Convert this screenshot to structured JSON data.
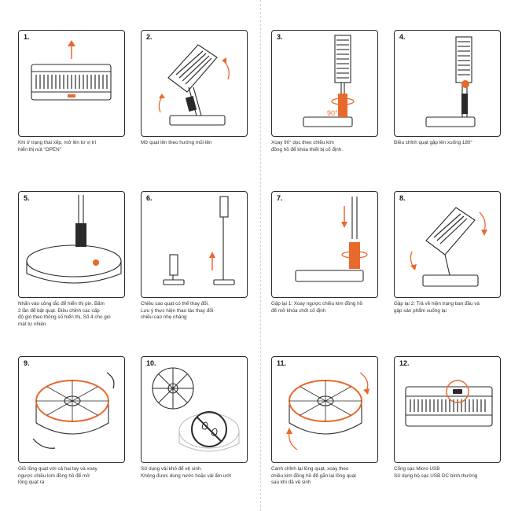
{
  "steps": [
    {
      "num": "1.",
      "lines": [
        "Khi ở trạng thái xếp, mở lên từ vị trí",
        "hiển thị nút \"OPEN\""
      ]
    },
    {
      "num": "2.",
      "lines": [
        "Mở quạt lên theo hướng mũi tên"
      ]
    },
    {
      "num": "3.",
      "lines": [
        "Xoay 90° dọc theo chiều kim",
        "đồng hồ để khóa thiết bị cố định."
      ]
    },
    {
      "num": "4.",
      "lines": [
        "Điều chỉnh quạt gập lên xuống 180°"
      ]
    },
    {
      "num": "5.",
      "lines": [
        "Nhấn vào công tắc để hiển thị pin. Bấm",
        "2 lần để bật quạt. Điều chỉnh các cấp",
        "độ gió theo thông số hiển thị, Số 4 cho gió",
        "mát tự nhiên"
      ]
    },
    {
      "num": "6.",
      "lines": [
        "Chiều cao quạt có thể thay đổi.",
        "Lưu ý thực hiện thao tác thay đổi",
        "chiều cao nhẹ nhàng"
      ]
    },
    {
      "num": "7.",
      "lines": [
        "Gập lại 1: Xoay ngược chiều kim đồng hồ",
        "để mở khóa chốt cố định"
      ]
    },
    {
      "num": "8.",
      "lines": [
        "Gập lại 2: Trả về hiện trạng ban đầu và",
        "gập sản phẩm xuống lại"
      ]
    },
    {
      "num": "9.",
      "lines": [
        "Giữ lồng quạt với cả hai tay và xoay",
        "ngược chiều kim đồng hồ để mở",
        "lồng quạt ra"
      ]
    },
    {
      "num": "10.",
      "lines": [
        "Sử dụng vải khô để vệ sinh.",
        "Không được dùng nước hoặc vải ẩm ướt"
      ]
    },
    {
      "num": "11.",
      "lines": [
        "Canh chỉnh lại lồng quạt, xoay theo",
        "chiều kim đồng hồ để gắn lại lồng quạt",
        "sau khi đã vệ sinh"
      ]
    },
    {
      "num": "12.",
      "lines": [
        "Cổng sạc Micro USB",
        "Sử dụng bộ sạc USB DC bình thường"
      ]
    }
  ],
  "diagram_text": {
    "angle_label": "90°"
  },
  "colors": {
    "accent": "#e8692c",
    "line": "#2a2a2a",
    "border": "#2a2a2a"
  },
  "icons": [
    "arrow-up-icon",
    "rotate-arrow-icon",
    "charging-port-icon",
    "no-water-icon"
  ]
}
